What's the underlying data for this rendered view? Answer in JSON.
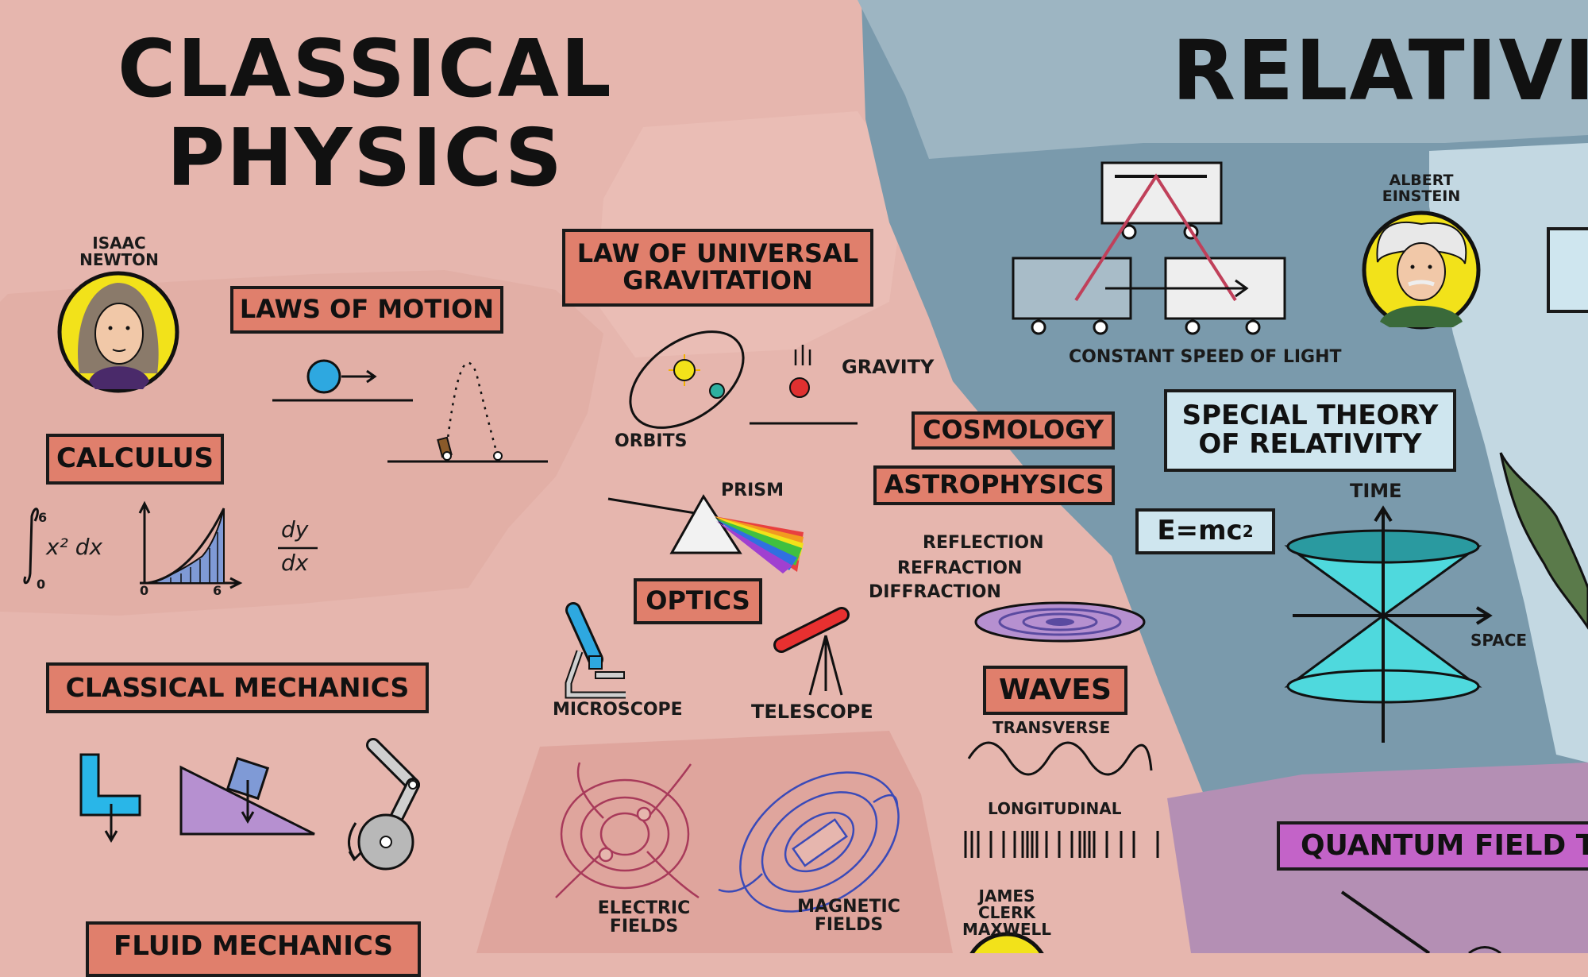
{
  "titles": {
    "classical_line1": "CLASSICAL",
    "classical_line2": "PHYSICS",
    "relativity": "RELATIVIT"
  },
  "boxes": {
    "laws_of_motion": "LAWS OF MOTION",
    "universal_gravitation_1": "LAW OF UNIVERSAL",
    "universal_gravitation_2": "GRAVITATION",
    "calculus": "CALCULUS",
    "classical_mechanics": "CLASSICAL MECHANICS",
    "fluid_mechanics": "FLUID MECHANICS",
    "cosmology": "COSMOLOGY",
    "astrophysics": "ASTROPHYSICS",
    "optics": "OPTICS",
    "waves": "WAVES",
    "special_relativity_1": "SPECIAL THEORY",
    "special_relativity_2": "OF RELATIVITY",
    "emc2_base": "E=mc",
    "emc2_exp": "2",
    "quantum_field": "QUANTUM FIELD T"
  },
  "people": {
    "newton_1": "ISAAC",
    "newton_2": "NEWTON",
    "einstein_1": "ALBERT",
    "einstein_2": "EINSTEIN",
    "maxwell_1": "JAMES",
    "maxwell_2": "CLERK",
    "maxwell_3": "MAXWELL"
  },
  "labels": {
    "gravity": "GRAVITY",
    "orbits": "ORBITS",
    "prism": "PRISM",
    "microscope": "MICROSCOPE",
    "telescope": "TELESCOPE",
    "reflection": "REFLECTION",
    "refraction": "REFRACTION",
    "diffraction": "DIFFRACTION",
    "transverse": "TRANSVERSE",
    "longitudinal": "LONGITUDINAL",
    "electric_1": "ELECTRIC",
    "electric_2": "FIELDS",
    "magnetic_1": "MAGNETIC",
    "magnetic_2": "FIELDS",
    "constant_speed": "CONSTANT SPEED OF LIGHT",
    "time": "TIME",
    "space": "SPACE",
    "calc_upper": "6",
    "calc_lower": "0",
    "calc_integrand": "x² dx",
    "calc_axis_0": "0",
    "calc_axis_6": "6",
    "deriv_top": "dy",
    "deriv_bottom": "dx"
  },
  "colors": {
    "classical_bg": "#e6b6ae",
    "relativity_bg": "#7a9aac",
    "quantum_bg": "#b48fb4",
    "salmon_box": "#e07f6c",
    "light_blue_box": "#cfe6ef",
    "magenta_box": "#c363c8",
    "cyan": "#4fd9dd",
    "portrait_yellow": "#f2e21a"
  }
}
